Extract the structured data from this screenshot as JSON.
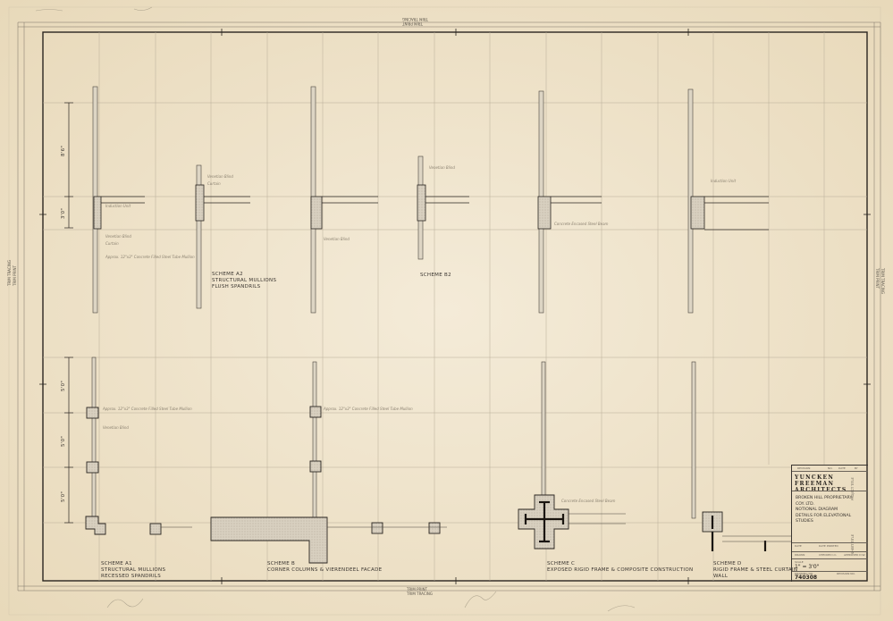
{
  "trim_marks": {
    "trim_tracing": "TRIM TRACING",
    "trim_print": "TRIM PRINT"
  },
  "dimensions": {
    "upper_a": "8'6\"",
    "upper_b": "3'0\"",
    "lower_1": "5'0\"",
    "lower_2": "5'0\"",
    "lower_3": "5'0\""
  },
  "schemes": [
    {
      "id": "A1",
      "title": "SCHEME A1",
      "lines": [
        "STRUCTURAL MULLIONS",
        "RECESSED SPANDRILS"
      ]
    },
    {
      "id": "A2",
      "title": "SCHEME A2",
      "lines": [
        "STRUCTURAL MULLIONS",
        "FLUSH SPANDRILS"
      ]
    },
    {
      "id": "B2",
      "title": "SCHEME B2",
      "lines": []
    },
    {
      "id": "B",
      "title": "SCHEME B",
      "lines": [
        "CORNER COLUMNS & VIERENDEEL FACADE"
      ]
    },
    {
      "id": "C",
      "title": "SCHEME C",
      "lines": [
        "EXPOSED RIGID FRAME & COMPOSITE CONSTRUCTION"
      ]
    },
    {
      "id": "D",
      "title": "SCHEME D",
      "lines": [
        "RIGID FRAME & STEEL CURTAIN",
        "WALL"
      ]
    }
  ],
  "annotations": {
    "induction_unit": "Induction Unit",
    "venetian_blind": "Venetian Blind",
    "curtain": "Curtain",
    "concrete_mullion": "Approx. 12\"x3\" Concrete Filled Steel Tube Mullion",
    "concrete_spandrel": "Concrete Encased Steel Beam"
  },
  "title_block": {
    "revision_header": [
      "REVISION",
      "NO.",
      "DATE",
      "BY"
    ],
    "firm": [
      "YUNCKEN FREEMAN",
      "ARCHITECTS"
    ],
    "project": [
      "BROKEN HILL PROPRIETARY",
      "COY. LTD.",
      "NOTIONAL DIAGRAM",
      "DETAILS FOR ELEVATIONAL",
      "STUDIES"
    ],
    "side_labels": [
      "SHEET TITLE",
      "PROJECT TITLE"
    ],
    "date_label": "DATE",
    "date_printed_label": "DATE PRINTED",
    "drawn_label": "DRAWN",
    "checked_label": "CHECKED I.C.",
    "approved_label": "APPROVED D.W.",
    "scale_label": "SCALE",
    "scale": "1\" = 3'0\"",
    "drawing_no_label": "DRAWING NO.",
    "drawing_no": "740308",
    "revision_no_label": "REVISION NO."
  },
  "colors": {
    "paper": "#efe4cc",
    "ink": "#2a2520",
    "pencil": "#9a9080"
  }
}
